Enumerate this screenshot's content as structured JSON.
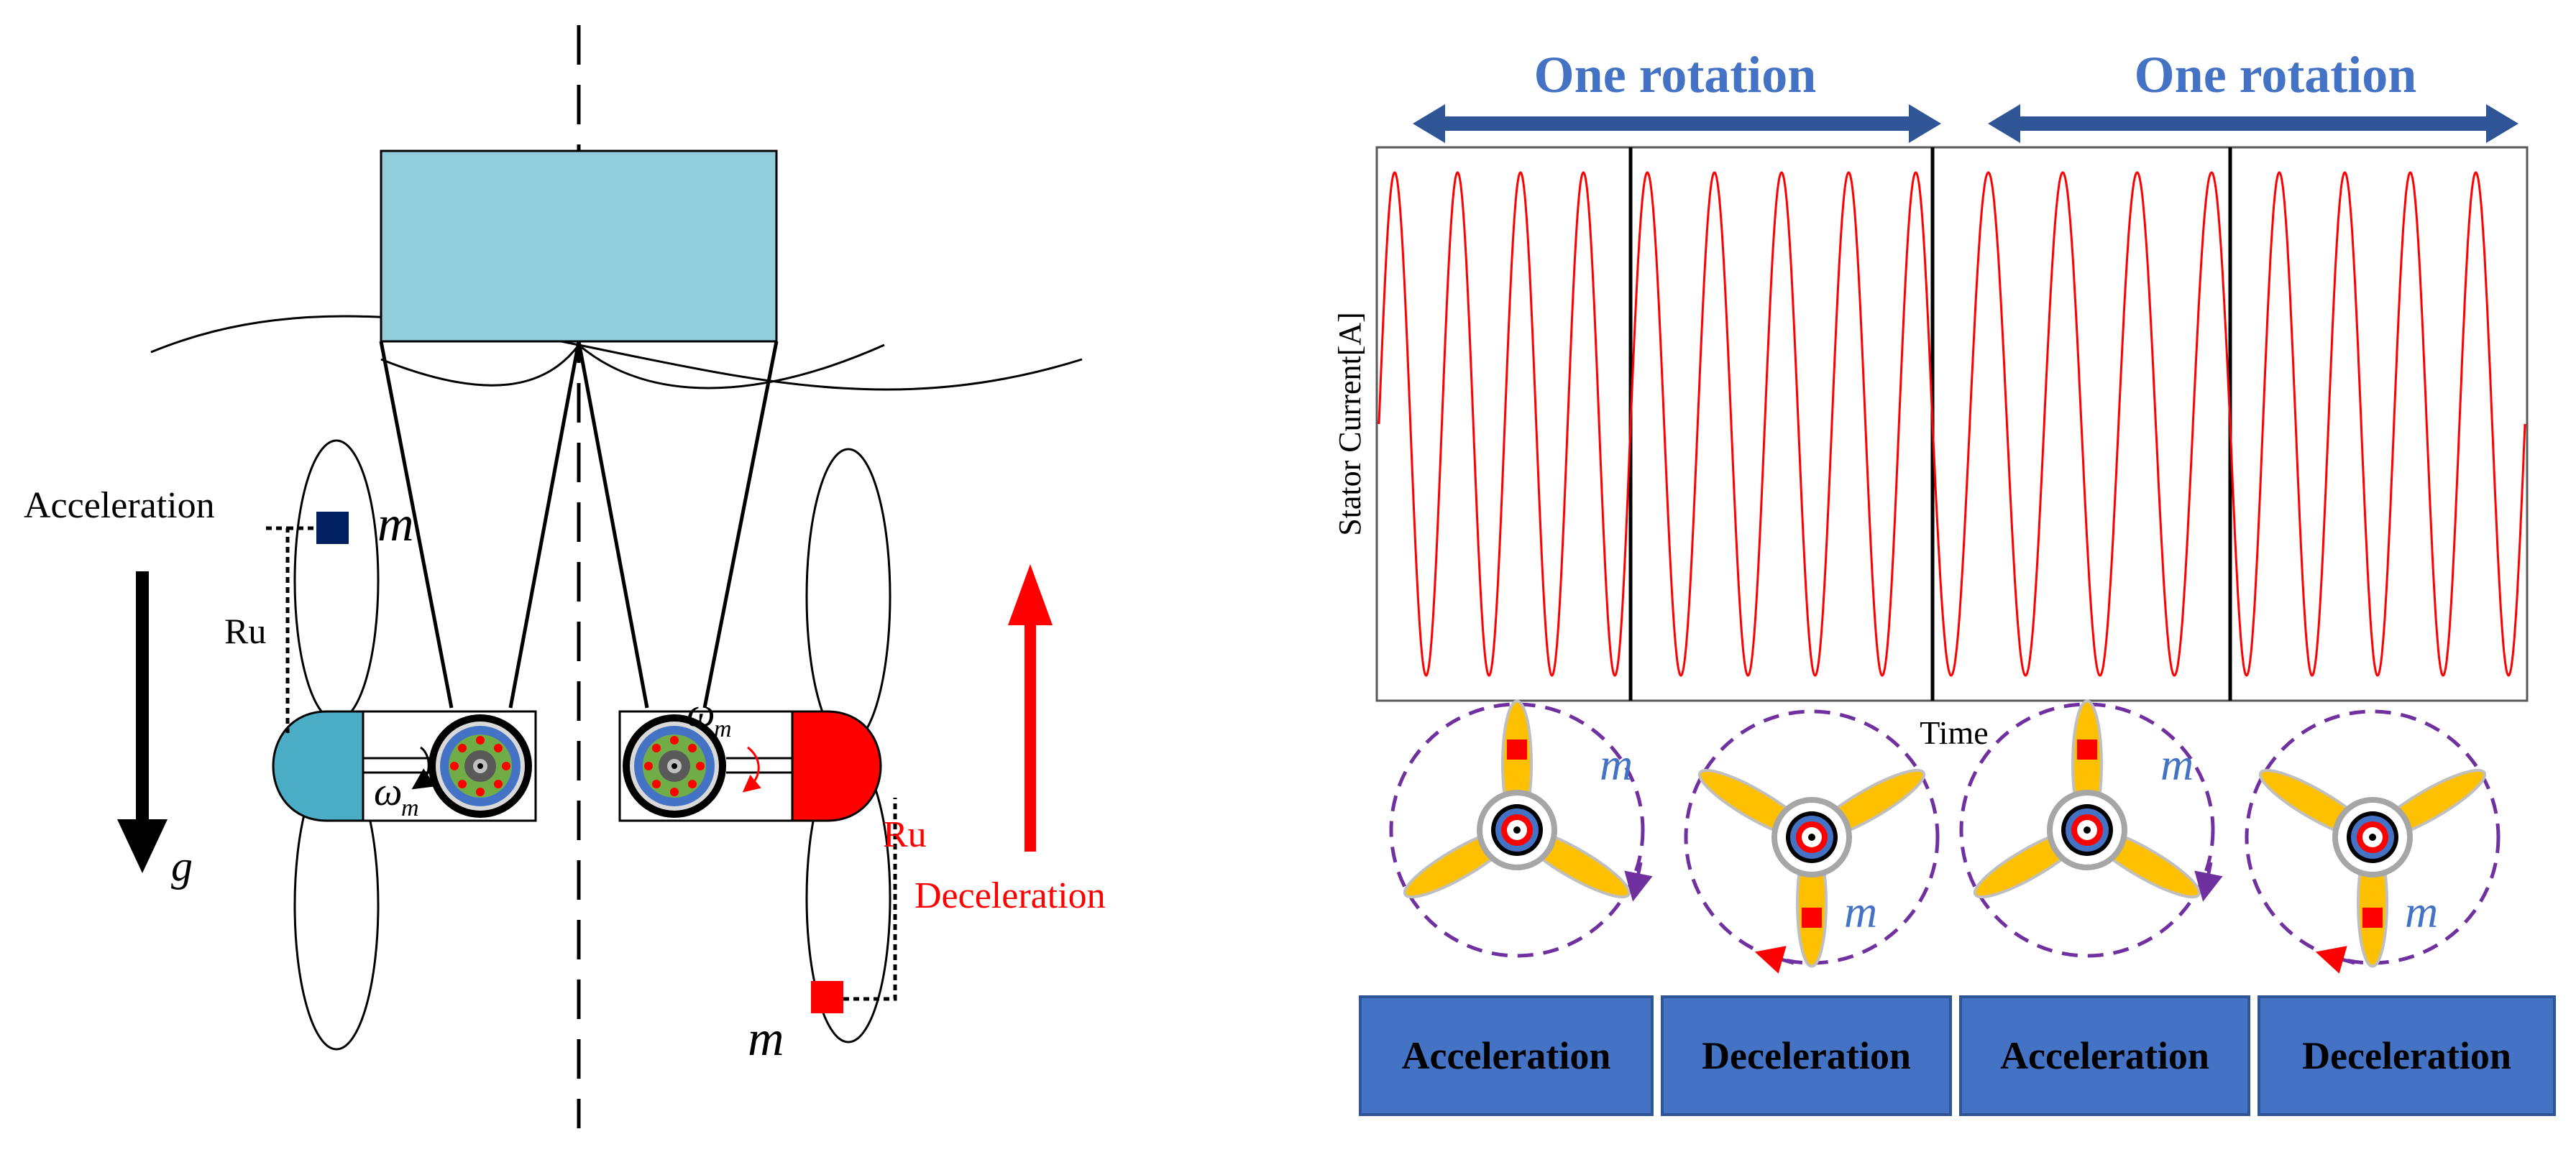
{
  "left_panel": {
    "accel_label": "Acceleration",
    "decel_label": "Deceleration",
    "ru_left": "Ru",
    "ru_right": "Ru",
    "mass_left": "m",
    "mass_right": "m",
    "omega_left": "ω",
    "omega_left_sub": "m",
    "omega_right": "ω",
    "omega_right_sub": "m",
    "gravity": "g"
  },
  "right_panel": {
    "rotation_label_1": "One rotation",
    "rotation_label_2": "One rotation",
    "ylabel": "Stator Current[A]",
    "xlabel": "Time",
    "mass_labels": [
      "m",
      "m",
      "m",
      "m"
    ],
    "phases": [
      "Acceleration",
      "Deceleration",
      "Acceleration",
      "Deceleration"
    ]
  },
  "colors": {
    "water_box": "#92cddc",
    "accel_nacelle": "#4bacc6",
    "decel_nacelle": "#ff0000",
    "mass_accel": "#002060",
    "mass_decel": "#ff0000",
    "arrow_blue": "#2f5597",
    "title_blue": "#4472c4",
    "signal_red": "#ff0000",
    "blade_yellow": "#ffc000",
    "dashed_purple": "#7030a0"
  }
}
